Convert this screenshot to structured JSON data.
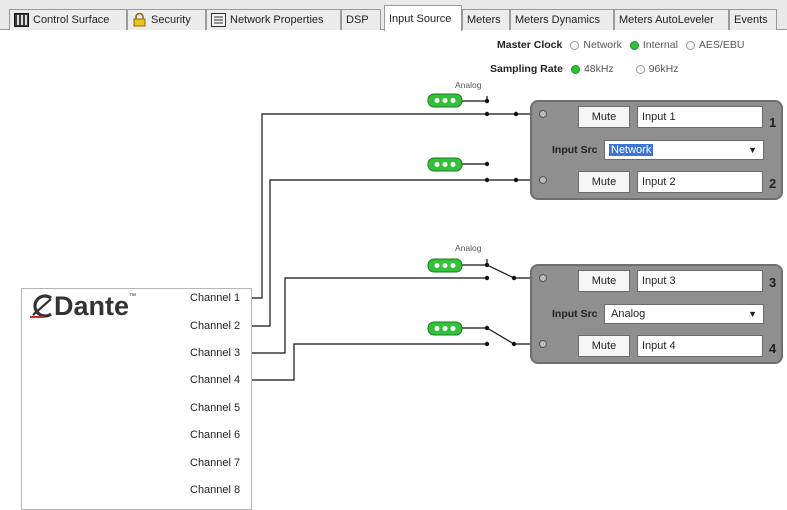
{
  "tabs": [
    {
      "label": "Control Surface",
      "icon": "control-surface-icon"
    },
    {
      "label": "Security",
      "icon": "lock-icon"
    },
    {
      "label": "Network Properties",
      "icon": "network-properties-icon"
    },
    {
      "label": "DSP"
    },
    {
      "label": "Input Source",
      "active": true
    },
    {
      "label": "Meters"
    },
    {
      "label": "Meters Dynamics"
    },
    {
      "label": "Meters AutoLeveler"
    },
    {
      "label": "Events"
    }
  ],
  "master_clock": {
    "label": "Master Clock",
    "options": [
      "Network",
      "Internal",
      "AES/EBU"
    ],
    "selected": "Internal"
  },
  "sampling_rate": {
    "label": "Sampling Rate",
    "options": [
      "48kHz",
      "96kHz"
    ],
    "selected": "48kHz"
  },
  "analog_label": "Analog",
  "groups": [
    {
      "number_top": "1",
      "number_bottom": "2",
      "input_src_label": "Input Src",
      "input_src_value": "Network",
      "input_src_highlighted": true,
      "inputs": [
        {
          "mute_label": "Mute",
          "name": "Input 1"
        },
        {
          "mute_label": "Mute",
          "name": "Input 2"
        }
      ]
    },
    {
      "number_top": "3",
      "number_bottom": "4",
      "input_src_label": "Input Src",
      "input_src_value": "Analog",
      "input_src_highlighted": false,
      "inputs": [
        {
          "mute_label": "Mute",
          "name": "Input 3"
        },
        {
          "mute_label": "Mute",
          "name": "Input 4"
        }
      ]
    }
  ],
  "dante": {
    "logo_text": "Dante",
    "trademark": "™",
    "channels": [
      "Channel 1",
      "Channel 2",
      "Channel 3",
      "Channel 4",
      "Channel 5",
      "Channel 6",
      "Channel 7",
      "Channel 8"
    ]
  },
  "colors": {
    "panel": "#8f8f8f",
    "connector": "#33c13a",
    "radio_on": "#33c13a",
    "dante_red": "#d22a2a",
    "selection": "#3d74d6"
  }
}
